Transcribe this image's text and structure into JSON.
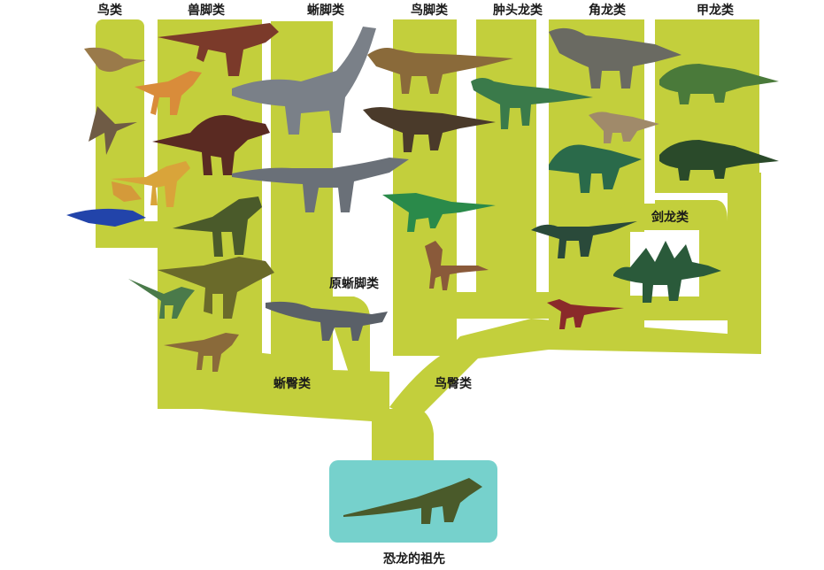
{
  "groups": {
    "birds": "鸟类",
    "theropods": "兽脚类",
    "sauropods": "蜥脚类",
    "ornithopods": "鸟脚类",
    "pachycephalosaurs": "肿头龙类",
    "ceratopsians": "角龙类",
    "ankylosaurs": "甲龙类",
    "stegosaurs": "剑龙类",
    "prosauropods": "原蜥脚类",
    "saurischians": "蜥臀类",
    "ornithischians": "鸟臀类",
    "ancestor": "恐龙的祖先"
  },
  "colors": {
    "branch": "#c3cf3c",
    "ancestor_box": "#76d1cc",
    "text": "#1a1a1a"
  }
}
